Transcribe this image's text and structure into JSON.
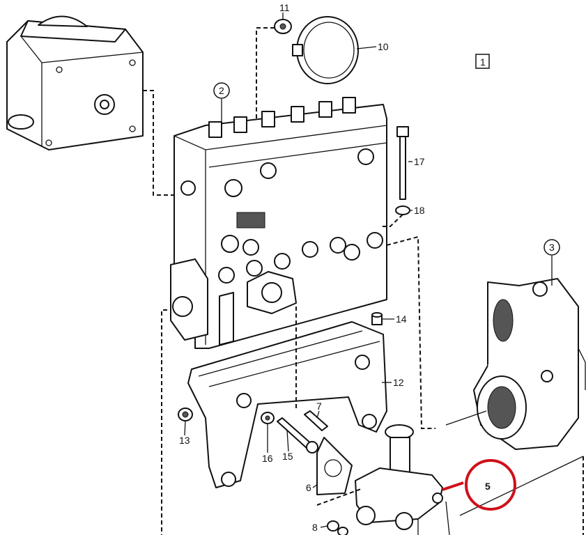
{
  "diagram": {
    "type": "exploded-parts-view",
    "figure_label": "1",
    "highlight_color": "#d0101a",
    "highlighted_part": "5",
    "part_numbers": {
      "p2": "2",
      "p3": "3",
      "p5": "5",
      "p6": "6",
      "p7": "7",
      "p8": "8",
      "p10": "10",
      "p11": "11",
      "p12": "12",
      "p13": "13",
      "p14": "14",
      "p15": "15",
      "p16": "16",
      "p17": "17",
      "p18": "18"
    }
  }
}
